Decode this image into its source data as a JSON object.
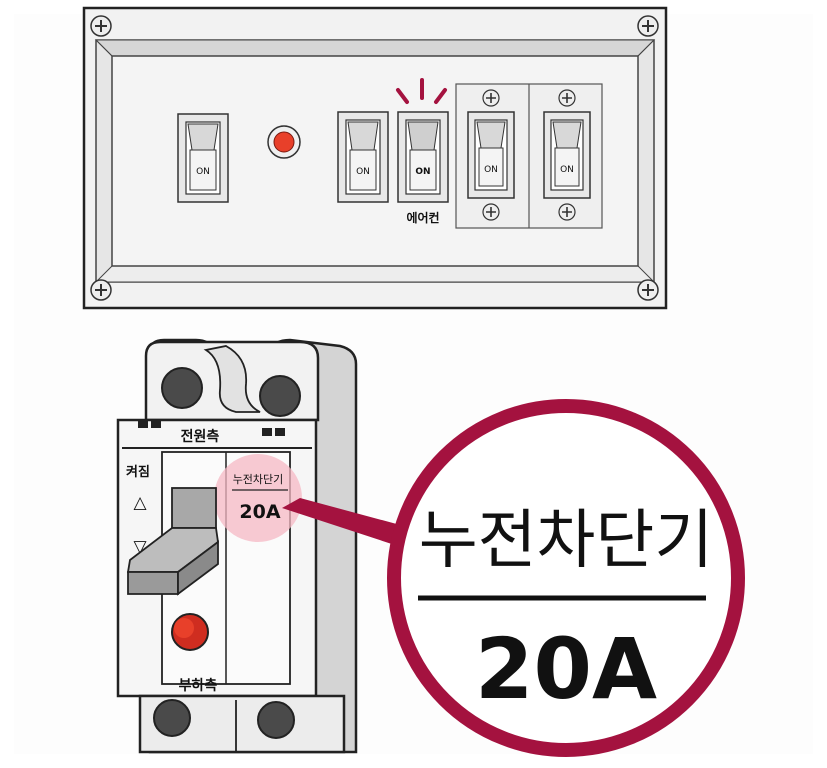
{
  "panel": {
    "switch_label": "ON",
    "aircon_label": "에어컨"
  },
  "breaker": {
    "line_side": "전원측",
    "load_side": "부하측",
    "on_label": "켜짐",
    "up_arrow": "△",
    "down_arrow": "▽",
    "tag_title": "누전차단기",
    "tag_rating": "20A"
  },
  "callout": {
    "title": "누전차단기",
    "rating": "20A"
  },
  "colors": {
    "accent": "#a4123f",
    "highlight": "#f5b8c4",
    "indicator": "#e8402a"
  }
}
